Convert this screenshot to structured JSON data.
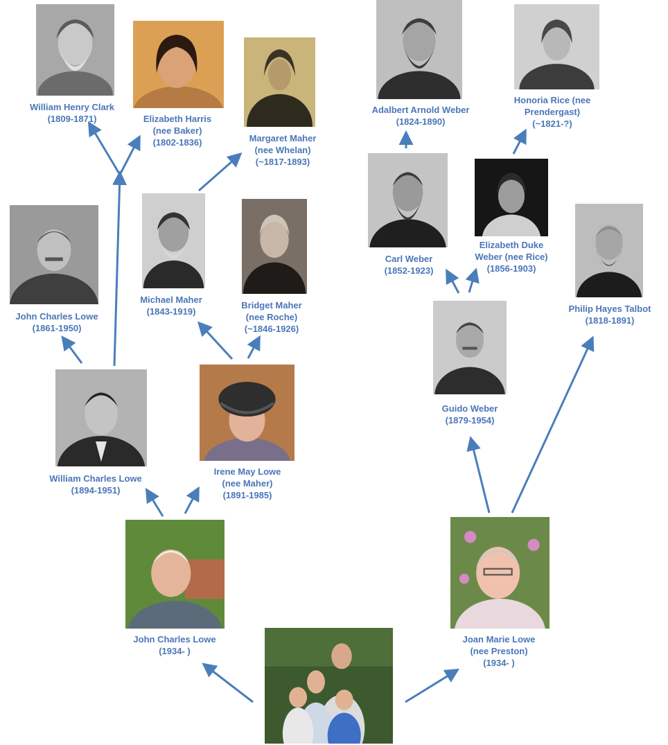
{
  "people": {
    "william_henry_clark": {
      "name": "William Henry Clark",
      "dates": "(1809-1871)"
    },
    "elizabeth_harris": {
      "name": "Elizabeth Harris",
      "name2": "(nee Baker)",
      "dates": "(1802-1836)"
    },
    "margaret_maher": {
      "name": "Margaret Maher",
      "name2": "(nee Whelan)",
      "dates": "(~1817-1893)"
    },
    "adalbert_arnold_weber": {
      "name": "Adalbert Arnold Weber",
      "dates": "(1824-1890)"
    },
    "honoria_rice": {
      "name": "Honoria Rice (nee",
      "name2": "Prendergast)",
      "dates": "(~1821-?)"
    },
    "john_charles_lowe_1861": {
      "name": "John Charles Lowe",
      "dates": "(1861-1950)"
    },
    "michael_maher": {
      "name": "Michael Maher",
      "dates": "(1843-1919)"
    },
    "bridget_maher": {
      "name": "Bridget Maher",
      "name2": "(nee Roche)",
      "dates": "(~1846-1926)"
    },
    "carl_weber": {
      "name": "Carl Weber",
      "dates": "(1852-1923)"
    },
    "elizabeth_duke_weber": {
      "name": "Elizabeth Duke",
      "name2": "Weber (nee Rice)",
      "dates": "(1856-1903)"
    },
    "philip_hayes_talbot": {
      "name": "Philip Hayes Talbot",
      "dates": "(1818-1891)"
    },
    "william_charles_lowe": {
      "name": "William Charles Lowe",
      "dates": "(1894-1951)"
    },
    "irene_may_lowe": {
      "name": "Irene May Lowe",
      "name2": "(nee Maher)",
      "dates": "(1891-1985)"
    },
    "guido_weber": {
      "name": "Guido Weber",
      "dates": "(1879-1954)"
    },
    "john_charles_lowe_1934": {
      "name": "John Charles Lowe",
      "dates": "(1934- )"
    },
    "joan_marie_lowe": {
      "name": "Joan Marie Lowe",
      "name2": "(nee Preston)",
      "dates": "(1934- )"
    }
  },
  "colors": {
    "label": "#4a76b8",
    "arrow": "#4a7ebb"
  }
}
